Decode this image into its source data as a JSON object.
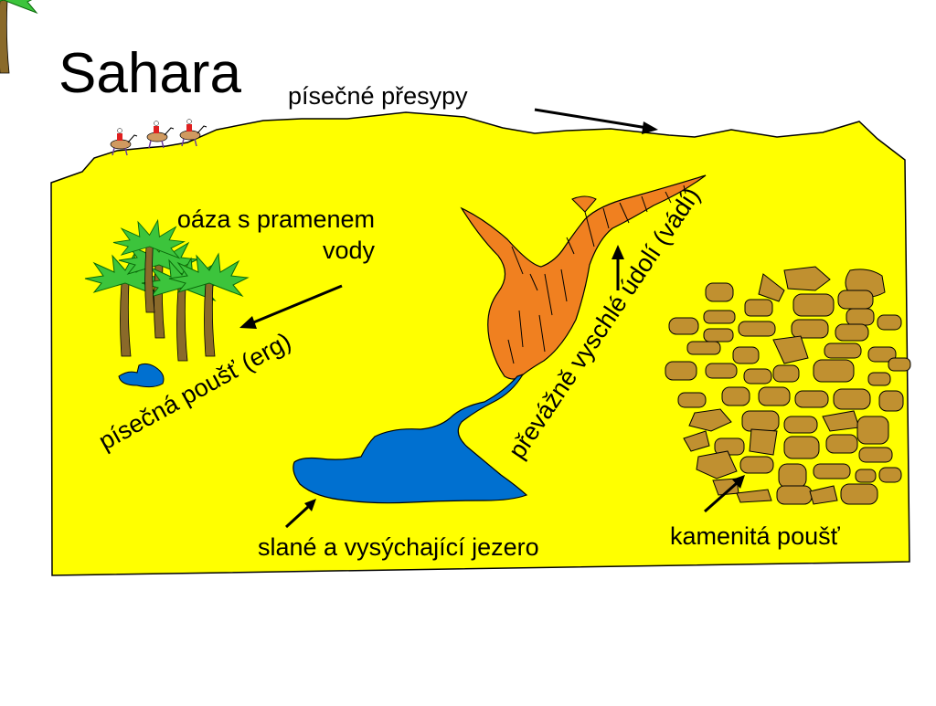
{
  "title": "Sahara",
  "labels": {
    "dunes": "písečné přesypy",
    "oasis_line1": "oáza s pramenem",
    "oasis_line2": "vody",
    "erg": "písečná poušť (erg)",
    "wadi": "převážně vyschlé údolí (vádí)",
    "lake": "slané a vysýchající jezero",
    "stony": "kamenitá poušť"
  },
  "colors": {
    "sand": "#ffff00",
    "water": "#0070d0",
    "wadi": "#f08020",
    "stones": "#c09030",
    "palm_leaves": "#3cc43c",
    "palm_trunk": "#8a6a2a",
    "outline": "#000000"
  }
}
